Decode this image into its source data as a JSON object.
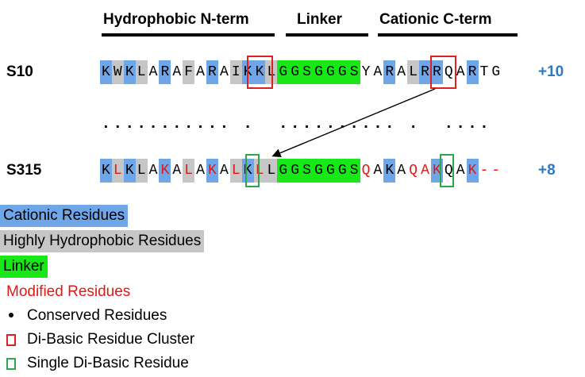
{
  "regions": {
    "n_term": "Hydrophobic N-term",
    "linker": "Linker",
    "c_term": "Cationic C-term"
  },
  "sequences": [
    {
      "name": "S10",
      "charge": "+10",
      "residues": [
        {
          "aa": "K",
          "cls": "cationic"
        },
        {
          "aa": "W",
          "cls": "hydrophobic"
        },
        {
          "aa": "K",
          "cls": "cationic"
        },
        {
          "aa": "L",
          "cls": "hydrophobic"
        },
        {
          "aa": "A",
          "cls": ""
        },
        {
          "aa": "R",
          "cls": "cationic"
        },
        {
          "aa": "A",
          "cls": ""
        },
        {
          "aa": "F",
          "cls": "hydrophobic"
        },
        {
          "aa": "A",
          "cls": ""
        },
        {
          "aa": "R",
          "cls": "cationic"
        },
        {
          "aa": "A",
          "cls": ""
        },
        {
          "aa": "I",
          "cls": "hydrophobic"
        },
        {
          "aa": "K",
          "cls": "cationic"
        },
        {
          "aa": "K",
          "cls": "cationic"
        },
        {
          "aa": "L",
          "cls": "hydrophobic"
        },
        {
          "aa": "G",
          "cls": "linker"
        },
        {
          "aa": "G",
          "cls": "linker"
        },
        {
          "aa": "S",
          "cls": "linker"
        },
        {
          "aa": "G",
          "cls": "linker"
        },
        {
          "aa": "G",
          "cls": "linker"
        },
        {
          "aa": "G",
          "cls": "linker"
        },
        {
          "aa": "S",
          "cls": "linker"
        },
        {
          "aa": "Y",
          "cls": ""
        },
        {
          "aa": "A",
          "cls": ""
        },
        {
          "aa": "R",
          "cls": "cationic"
        },
        {
          "aa": "A",
          "cls": ""
        },
        {
          "aa": "L",
          "cls": "hydrophobic"
        },
        {
          "aa": "R",
          "cls": "cationic"
        },
        {
          "aa": "R",
          "cls": "cationic"
        },
        {
          "aa": "Q",
          "cls": ""
        },
        {
          "aa": "A",
          "cls": ""
        },
        {
          "aa": "R",
          "cls": "cationic"
        },
        {
          "aa": "T",
          "cls": ""
        },
        {
          "aa": "G",
          "cls": ""
        }
      ]
    },
    {
      "name": "S315",
      "charge": "+8",
      "residues": [
        {
          "aa": "K",
          "cls": "cationic"
        },
        {
          "aa": "L",
          "cls": "hydrophobic modified"
        },
        {
          "aa": "K",
          "cls": "cationic"
        },
        {
          "aa": "L",
          "cls": "hydrophobic"
        },
        {
          "aa": "A",
          "cls": ""
        },
        {
          "aa": "K",
          "cls": "cationic modified"
        },
        {
          "aa": "A",
          "cls": ""
        },
        {
          "aa": "L",
          "cls": "hydrophobic modified"
        },
        {
          "aa": "A",
          "cls": ""
        },
        {
          "aa": "K",
          "cls": "cationic modified"
        },
        {
          "aa": "A",
          "cls": ""
        },
        {
          "aa": "L",
          "cls": "hydrophobic modified"
        },
        {
          "aa": "K",
          "cls": "cationic"
        },
        {
          "aa": "L",
          "cls": "hydrophobic modified"
        },
        {
          "aa": "L",
          "cls": "hydrophobic"
        },
        {
          "aa": "G",
          "cls": "linker"
        },
        {
          "aa": "G",
          "cls": "linker"
        },
        {
          "aa": "S",
          "cls": "linker"
        },
        {
          "aa": "G",
          "cls": "linker"
        },
        {
          "aa": "G",
          "cls": "linker"
        },
        {
          "aa": "G",
          "cls": "linker"
        },
        {
          "aa": "S",
          "cls": "linker"
        },
        {
          "aa": "Q",
          "cls": "modified"
        },
        {
          "aa": "A",
          "cls": ""
        },
        {
          "aa": "K",
          "cls": "cationic"
        },
        {
          "aa": "A",
          "cls": ""
        },
        {
          "aa": "Q",
          "cls": "modified"
        },
        {
          "aa": "A",
          "cls": "modified"
        },
        {
          "aa": "K",
          "cls": "cationic modified"
        },
        {
          "aa": "Q",
          "cls": ""
        },
        {
          "aa": "A",
          "cls": ""
        },
        {
          "aa": "K",
          "cls": "cationic modified"
        },
        {
          "aa": "-",
          "cls": "modified"
        },
        {
          "aa": "-",
          "cls": "modified"
        }
      ]
    }
  ],
  "conserved_dots": ". . . . . . . . . . . . . . . . . .",
  "legend": {
    "cationic": "Cationic Residues",
    "hydrophobic": "Highly Hydrophobic Residues",
    "linker": "Linker",
    "modified": "Modified Residues",
    "conserved": "Conserved Residues",
    "di_basic_cluster": "Di-Basic Residue Cluster",
    "single_di_basic": "Single Di-Basic Residue"
  },
  "colors": {
    "cationic": "#6fa6e8",
    "hydrophobic": "#c6c6c6",
    "linker": "#18e818",
    "modified": "#e01818",
    "charge": "#2f78c4",
    "di_basic_cluster_box": "#e02020",
    "single_di_basic_box": "#2aa84a"
  }
}
